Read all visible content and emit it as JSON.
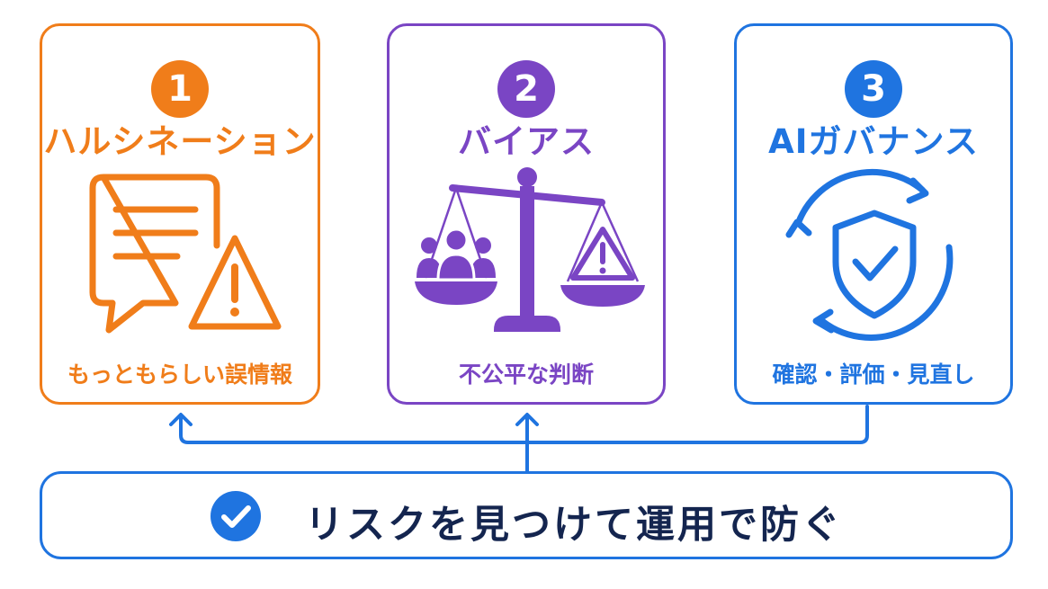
{
  "cards": [
    {
      "number": "1",
      "title": "ハルシネーション",
      "caption": "もっともらしい誤情報",
      "color": "#f07d1a",
      "icon": "speech-bubble-warning-icon"
    },
    {
      "number": "2",
      "title": "バイアス",
      "caption": "不公平な判断",
      "color": "#7a45c4",
      "icon": "balance-scale-icon"
    },
    {
      "number": "3",
      "title": "AIガバナンス",
      "caption": "確認・評価・見直し",
      "color": "#1f74e0",
      "icon": "shield-check-cycle-icon"
    }
  ],
  "banner": {
    "text": "リスクを見つけて運用で防ぐ",
    "icon": "check-circle-icon",
    "color": "#1f74e0",
    "text_color": "#14254f"
  }
}
